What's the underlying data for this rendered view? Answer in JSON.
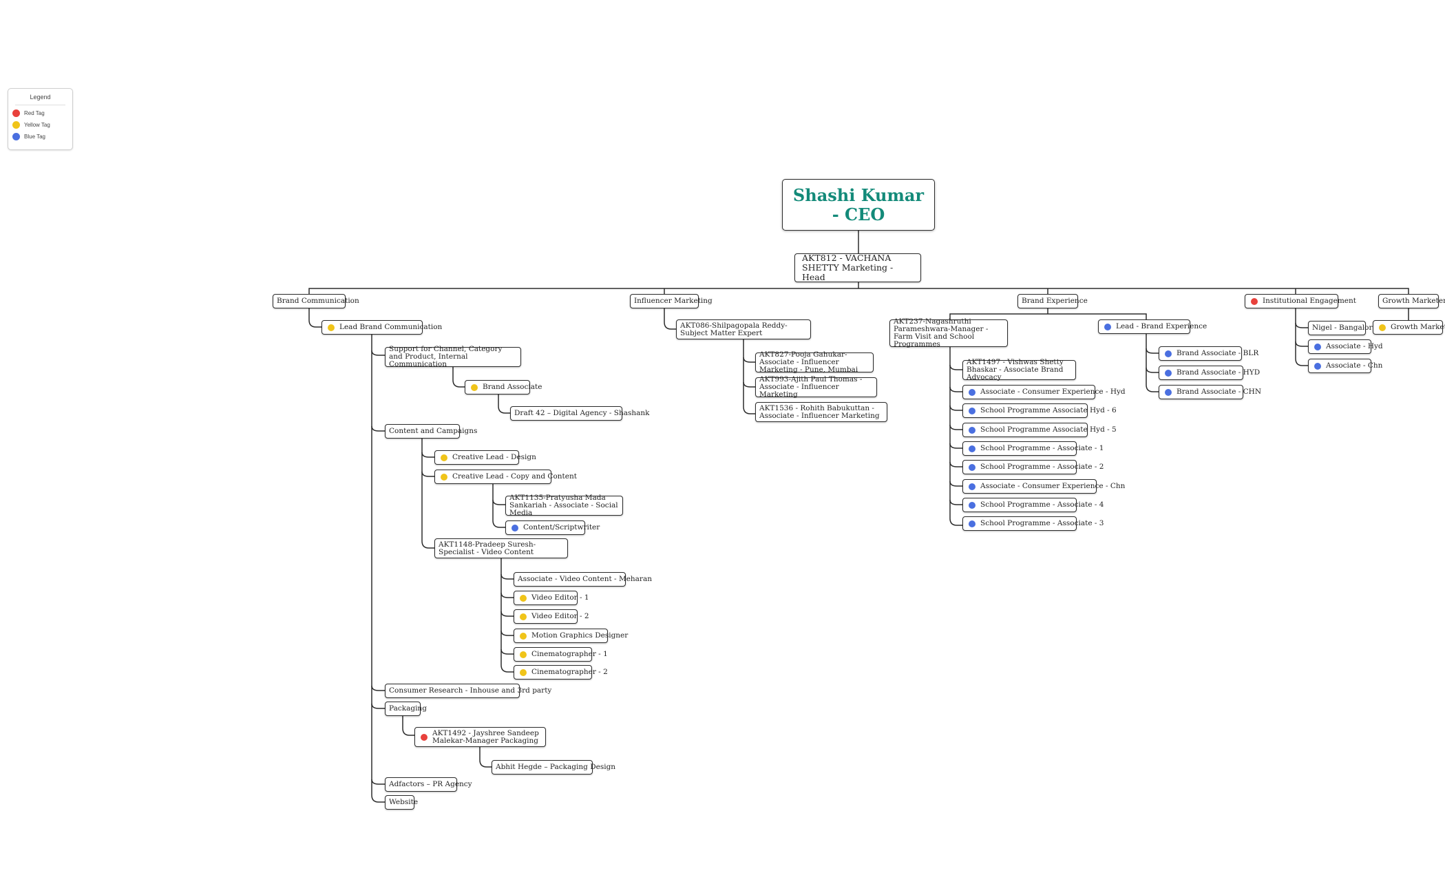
{
  "legend": {
    "title": "Legend",
    "items": [
      {
        "label": "Red Tag",
        "color": "#e8413c"
      },
      {
        "label": "Yellow Tag",
        "color": "#f0c419"
      },
      {
        "label": "Blue Tag",
        "color": "#4a6fe0"
      }
    ]
  },
  "colors": {
    "accent": "#138a79",
    "red": "#e8413c",
    "yellow": "#f0c419",
    "blue": "#4a6fe0",
    "line": "#2b2b2b"
  },
  "ceo": {
    "title": "Shashi Kumar - CEO"
  },
  "head": {
    "title": "AKT812 - VACHANA SHETTY Marketing - Head"
  },
  "departments": {
    "brand_communication": {
      "label": "Brand Communication",
      "lead": {
        "label": "Lead Brand Communication",
        "tag": "yellow"
      },
      "support": {
        "label": "Support for Channel, Category and Product, Internal Communication"
      },
      "brand_associate": {
        "label": "Brand Associate",
        "tag": "yellow"
      },
      "draft42": {
        "label": "Draft 42 – Digital Agency - Shashank"
      },
      "content": {
        "label": "Content and Campaigns"
      },
      "creative_design": {
        "label": "Creative Lead - Design",
        "tag": "yellow"
      },
      "creative_copy": {
        "label": "Creative Lead - Copy and Content",
        "tag": "yellow"
      },
      "pratyusha": {
        "label": "AKT1135-Pratyusha Mada Sankariah - Associate - Social Media"
      },
      "scriptwriter": {
        "label": "Content/Scriptwriter",
        "tag": "blue"
      },
      "pradeep": {
        "label": "AKT1148-Pradeep Suresh-Specialist - Video Content"
      },
      "video_items": [
        {
          "label": "Associate - Video Content - Meharan",
          "tag": ""
        },
        {
          "label": "Video Editor - 1",
          "tag": "yellow"
        },
        {
          "label": "Video Editor  - 2",
          "tag": "yellow"
        },
        {
          "label": "Motion Graphics Designer",
          "tag": "yellow"
        },
        {
          "label": "Cinematographer - 1",
          "tag": "yellow"
        },
        {
          "label": "Cinematographer - 2",
          "tag": "yellow"
        }
      ],
      "consumer_research": {
        "label": "Consumer Research - Inhouse and 3rd party"
      },
      "packaging": {
        "label": "Packaging"
      },
      "jayshree": {
        "label": "AKT1492 - Jayshree Sandeep Malekar-Manager Packaging",
        "tag": "red"
      },
      "abhit": {
        "label": "Abhit Hegde – Packaging Design"
      },
      "adfactors": {
        "label": "Adfactors – PR Agency"
      },
      "website": {
        "label": "Website"
      }
    },
    "influencer_marketing": {
      "label": "Influencer Marketing",
      "shilpagopala": {
        "label": "AKT086-Shilpagopala Reddy-Subject Matter Expert"
      },
      "reports": [
        {
          "label": "AKT827-Pooja Gahukar-Associate - Influencer Marketing - Pune, Mumbai"
        },
        {
          "label": "AKT993-Ajith Paul Thomas -Associate - Influencer Marketing"
        },
        {
          "label": "AKT1536 - Rohith Babukuttan - Associate - Influencer Marketing"
        }
      ]
    },
    "brand_experience": {
      "label": "Brand Experience",
      "nagashruthi": {
        "label": "AKT237-Nagashruthi Parameshwara-Manager - Farm Visit and School Programmes"
      },
      "vishwas": {
        "label": "AKT1497 - Vishwas Shetty Bhaskar - Associate Brand Advocacy"
      },
      "school_items": [
        {
          "label": "Associate - Consumer Experience - Hyd",
          "tag": "blue"
        },
        {
          "label": "School Programme Associate Hyd - 6",
          "tag": "blue"
        },
        {
          "label": "School Programme Associate Hyd - 5",
          "tag": "blue"
        },
        {
          "label": "School Programme - Associate - 1",
          "tag": "blue"
        },
        {
          "label": "School Programme - Associate - 2",
          "tag": "blue"
        },
        {
          "label": "Associate - Consumer Experience - Chn",
          "tag": "blue"
        },
        {
          "label": "School Programme - Associate - 4",
          "tag": "blue"
        },
        {
          "label": "School Programme - Associate - 3",
          "tag": "blue"
        }
      ],
      "lead": {
        "label": "Lead - Brand Experience",
        "tag": "blue"
      },
      "lead_items": [
        {
          "label": "Brand Associate - BLR",
          "tag": "blue"
        },
        {
          "label": "Brand Associate - HYD",
          "tag": "blue"
        },
        {
          "label": "Brand Associate - CHN",
          "tag": "blue"
        }
      ]
    },
    "institutional_engagement": {
      "label": "Institutional Engagement",
      "tag": "red",
      "items": [
        {
          "label": "Nigel - Bangalore",
          "tag": ""
        },
        {
          "label": "Associate - Hyd",
          "tag": "blue"
        },
        {
          "label": "Associate - Chn",
          "tag": "blue"
        }
      ]
    },
    "growth_marketer": {
      "label": "Growth Marketer",
      "child": {
        "label": "Growth Marketer",
        "tag": "yellow"
      }
    }
  }
}
